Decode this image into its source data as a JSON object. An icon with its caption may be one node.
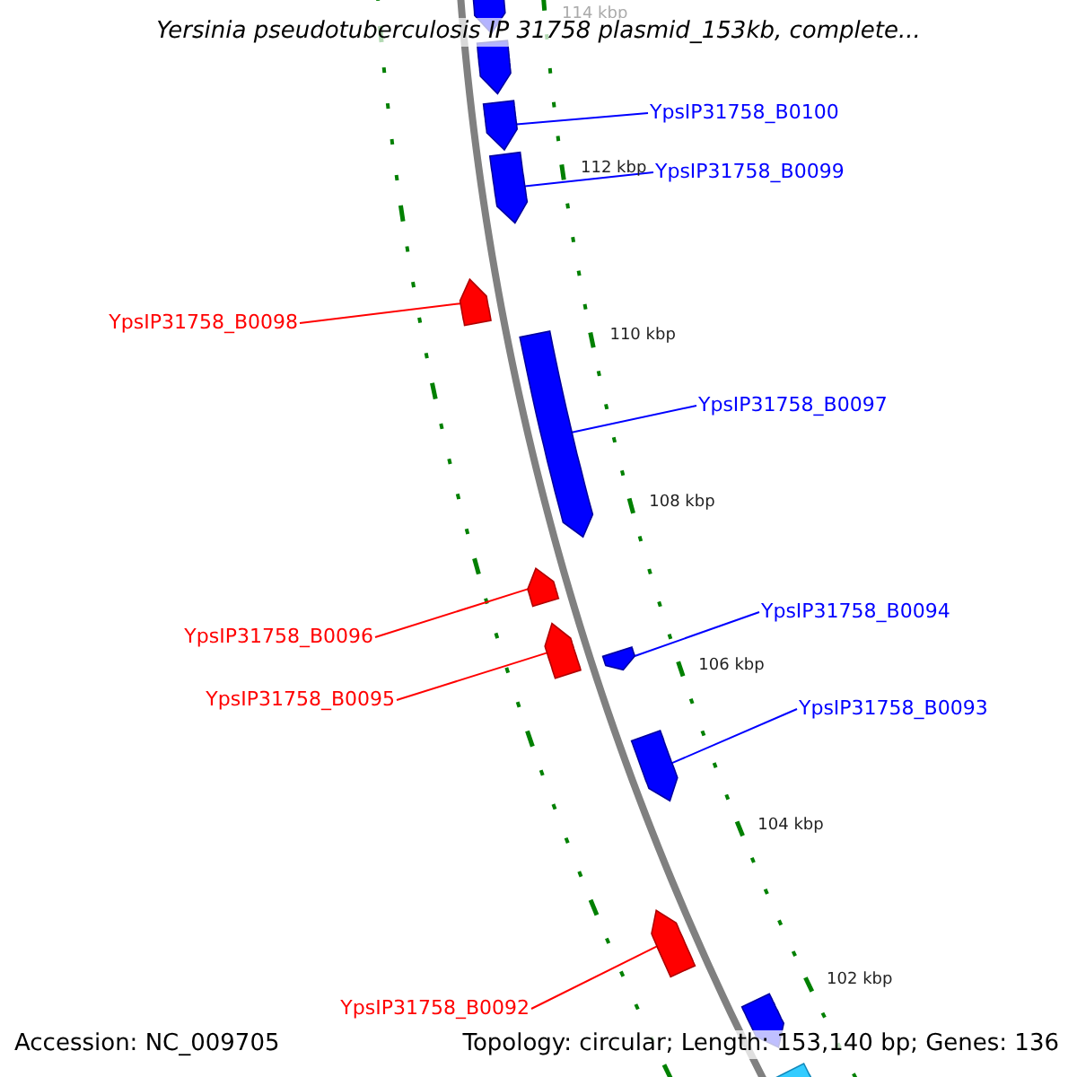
{
  "diagram": {
    "title": "Yersinia pseudotuberculosis IP 31758 plasmid_153kb, complete...",
    "nodes": [
      {
        "text": [
          "YpsIP31758_B0100"
        ]
      },
      {
        "text": [
          "YpsIP31758_B0099"
        ]
      },
      {
        "text": [
          "YpsIP31758_B0098"
        ]
      },
      {
        "text": [
          "YpsIP31758_B0097"
        ]
      },
      {
        "text": [
          "YpsIP31758_B0094"
        ]
      },
      {
        "text": [
          "YpsIP31758_B0096"
        ]
      },
      {
        "text": [
          "YpsIP31758_B0095"
        ]
      },
      {
        "text": [
          "YpsIP31758_B0093"
        ]
      },
      {
        "text": [
          "YpsIP31758_B0092"
        ]
      },
      {
        "text": [],
        "shape": "arrow"
      },
      {
        "text": [],
        "shape": "arrow"
      },
      {
        "text": [],
        "shape": "arrow"
      },
      {
        "text": [],
        "shape": "arrow"
      },
      {
        "text": [],
        "shape": "arrow"
      },
      {
        "text": [],
        "shape": "arrow"
      },
      {
        "text": [],
        "shape": "arrow"
      },
      {
        "text": [],
        "shape": "arrow"
      },
      {
        "text": [],
        "shape": "arrow"
      },
      {
        "text": [],
        "shape": "arrow"
      },
      {
        "text": [],
        "shape": "arrow"
      },
      {
        "text": [],
        "shape": "arrow"
      },
      {
        "text": [],
        "shape": "arrow"
      }
    ],
    "edges": [
      {
        "from": 0,
        "to": 9,
        "arrow": "none"
      },
      {
        "from": 1,
        "to": 10,
        "arrow": "none"
      },
      {
        "from": 2,
        "to": 11,
        "arrow": "none",
        "color": "#ff0000"
      },
      {
        "from": 3,
        "to": 12,
        "arrow": "none"
      },
      {
        "from": 4,
        "to": 13,
        "arrow": "none"
      },
      {
        "from": 5,
        "to": 14,
        "arrow": "none",
        "color": "#ff0000"
      },
      {
        "from": 6,
        "to": 15,
        "arrow": "none",
        "color": "#ff0000"
      },
      {
        "from": 7,
        "to": 16,
        "arrow": "none"
      },
      {
        "from": 8,
        "to": 17,
        "arrow": "none",
        "color": "#ff0000"
      }
    ],
    "labels": [
      "114 kbp",
      "112 kbp",
      "110 kbp",
      "108 kbp",
      "106 kbp",
      "104 kbp",
      "102 kbp",
      "Accession: NC_009705",
      "Topology: circular; Length: 153,140 bp; Genes: 136"
    ]
  }
}
